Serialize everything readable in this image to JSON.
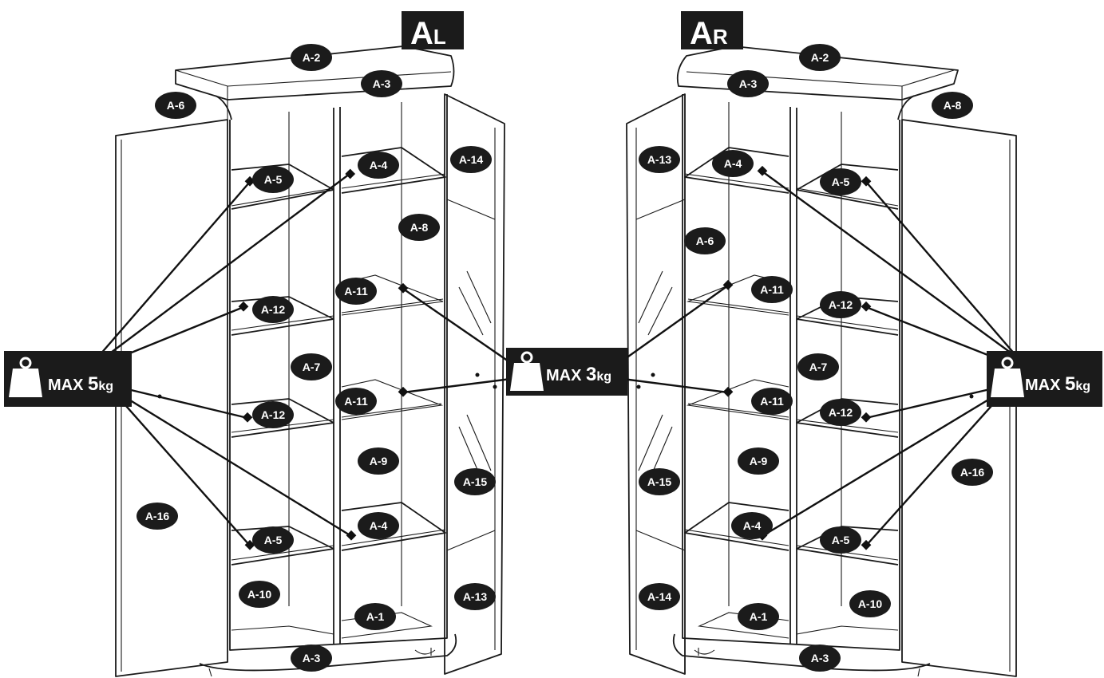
{
  "titles": {
    "left_main": "A",
    "left_sub": "L",
    "right_main": "A",
    "right_sub": "R"
  },
  "max_labels": {
    "left": {
      "prefix": "MAX ",
      "value": "5",
      "unit": "kg"
    },
    "center": {
      "prefix": "MAX ",
      "value": "3",
      "unit": "kg"
    },
    "right": {
      "prefix": "MAX ",
      "value": "5",
      "unit": "kg"
    }
  },
  "left_parts": {
    "top": "A-2",
    "top_front": "A-3",
    "side": "A-6",
    "shelf_top_right": "A-4",
    "shelf_top_left": "A-5",
    "door_right_top": "A-14",
    "back_right_upper": "A-8",
    "glass_shelf_upper": "A-11",
    "shelf_mid_upper": "A-12",
    "back_left": "A-7",
    "shelf_mid_lower": "A-12",
    "glass_shelf_lower": "A-11",
    "back_right_lower": "A-9",
    "door_right_glass": "A-15",
    "door_left": "A-16",
    "shelf_low_right": "A-4",
    "shelf_low_left": "A-5",
    "plinth_back": "A-10",
    "bottom": "A-1",
    "door_right_bottom": "A-13",
    "base_front": "A-3"
  },
  "right_parts": {
    "top": "A-2",
    "top_front": "A-3",
    "side": "A-8",
    "door_left_top": "A-13",
    "shelf_top_left": "A-4",
    "shelf_top_right": "A-5",
    "back_left_upper": "A-6",
    "glass_shelf_upper": "A-11",
    "shelf_mid_upper": "A-12",
    "back_right": "A-7",
    "glass_shelf_lower": "A-11",
    "shelf_mid_lower": "A-12",
    "back_left_lower": "A-9",
    "door_left_glass": "A-15",
    "door_right": "A-16",
    "shelf_low_left": "A-4",
    "shelf_low_right": "A-5",
    "door_left_bottom": "A-14",
    "bottom": "A-1",
    "plinth_back": "A-10",
    "base_front": "A-3"
  }
}
